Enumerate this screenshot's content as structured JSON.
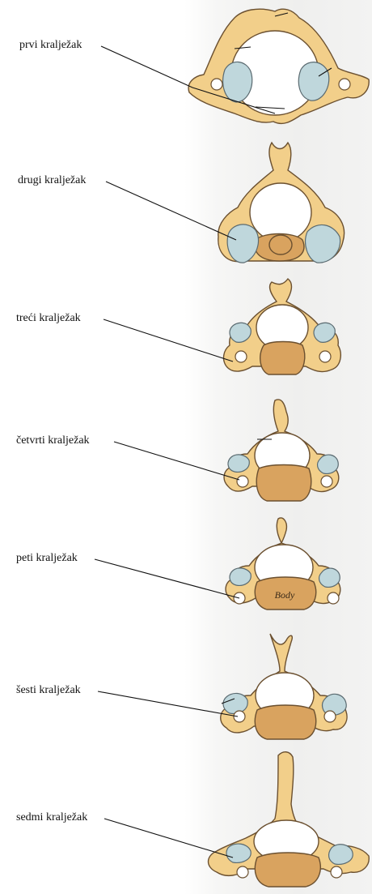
{
  "labels": {
    "c1": "prvi kralježak",
    "c2": "drugi kralježak",
    "c3": "treći kralježak",
    "c4": "četvrti kralježak",
    "c5": "peti kralježak",
    "c6": "šesti kralježak",
    "c7": "sedmi kralježak"
  },
  "body_text": "Body",
  "colors": {
    "bone": "#f2cf8a",
    "body": "#d9a35f",
    "facet": "#bfd7dc",
    "outline": "#6b5030",
    "leader": "#111111"
  }
}
